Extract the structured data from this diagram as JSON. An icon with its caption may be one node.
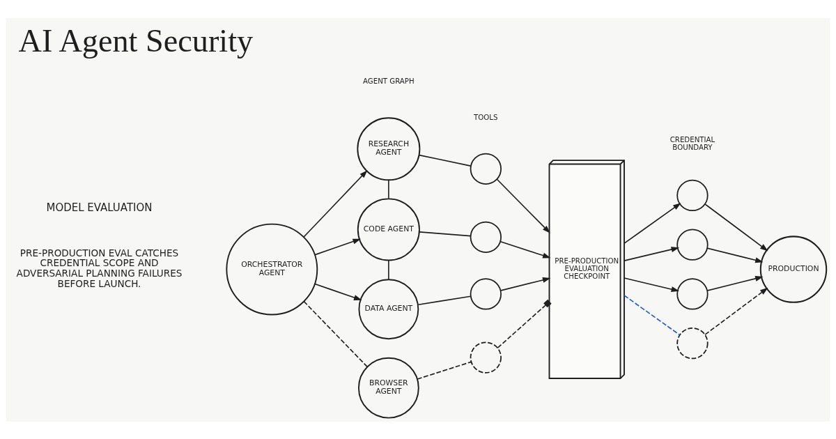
{
  "diagram": {
    "title": "AI Agent Security",
    "nodes": [
      {
        "text": [
          "ORCHESTRATOR AGENT"
        ]
      },
      {
        "text": [
          "RESEARCH AGENT"
        ]
      },
      {
        "text": [
          "CODE AGENT"
        ]
      },
      {
        "text": [
          "DATA AGENT"
        ]
      },
      {
        "text": [
          "BROWSER AGENT"
        ]
      },
      {
        "text": [],
        "shape": "circle"
      },
      {
        "text": [],
        "shape": "circle"
      },
      {
        "text": [],
        "shape": "circle"
      },
      {
        "text": [],
        "shape": "circle"
      },
      {
        "text": [
          "PRE-PRODUCTION EVALUATION CHECKPOINT"
        ]
      },
      {
        "text": [],
        "shape": "circle"
      },
      {
        "text": [],
        "shape": "circle"
      },
      {
        "text": [],
        "shape": "circle"
      },
      {
        "text": [],
        "shape": "circle"
      },
      {
        "text": [
          "PRODUCTION"
        ]
      }
    ],
    "edges": [
      {
        "from": 0,
        "to": 1,
        "arrow": "to"
      },
      {
        "from": 0,
        "to": 2,
        "arrow": "to"
      },
      {
        "from": 0,
        "to": 3,
        "arrow": "to"
      },
      {
        "from": 0,
        "to": 4,
        "arrow": "none",
        "style": "dashed"
      },
      {
        "from": 1,
        "to": 2,
        "arrow": "none"
      },
      {
        "from": 2,
        "to": 3,
        "arrow": "none"
      },
      {
        "from": 1,
        "to": 5,
        "arrow": "none"
      },
      {
        "from": 2,
        "to": 6,
        "arrow": "none"
      },
      {
        "from": 3,
        "to": 7,
        "arrow": "none"
      },
      {
        "from": 4,
        "to": 8,
        "arrow": "none",
        "style": "dashed"
      },
      {
        "from": 5,
        "to": 9,
        "arrow": "to"
      },
      {
        "from": 6,
        "to": 9,
        "arrow": "to"
      },
      {
        "from": 7,
        "to": 9,
        "arrow": "to"
      },
      {
        "from": 8,
        "to": 9,
        "arrow": "other",
        "style": "dashed"
      },
      {
        "from": 9,
        "to": 10,
        "arrow": "to"
      },
      {
        "from": 9,
        "to": 11,
        "arrow": "to"
      },
      {
        "from": 9,
        "to": 12,
        "arrow": "to"
      },
      {
        "from": 9,
        "to": 13,
        "arrow": "none",
        "style": "dashed",
        "color": "#1f5bd6"
      },
      {
        "from": 10,
        "to": 14,
        "arrow": "to"
      },
      {
        "from": 11,
        "to": 14,
        "arrow": "to"
      },
      {
        "from": 12,
        "to": 14,
        "arrow": "to"
      },
      {
        "from": 13,
        "to": 14,
        "arrow": "to",
        "style": "dashed"
      }
    ],
    "labels": [
      "MODEL EVALUATION",
      "PRE-PRODUCTION EVAL CATCHES CREDENTIAL SCOPE AND ADVERSARIAL PLANNING FAILURES BEFORE LAUNCH.",
      "AGENT GRAPH",
      "TOOLS",
      "CREDENTIAL BOUNDARY"
    ]
  }
}
